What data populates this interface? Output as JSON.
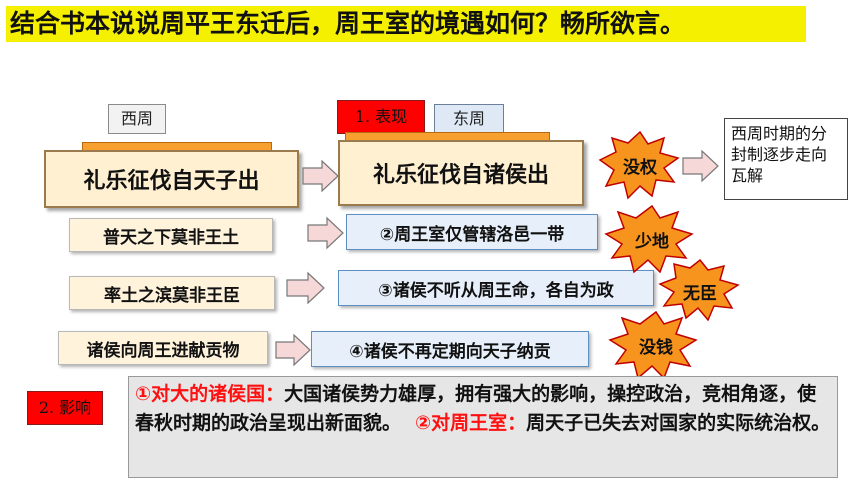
{
  "title": "结合书本说说周平王东迁后，周王室的境遇如何？畅所欲言。",
  "labels": {
    "western_zhou": "西周",
    "eastern_zhou": "东周",
    "performance": "1. 表现",
    "impact": "2. 影响"
  },
  "western": {
    "scroll": "礼乐征伐自天子出",
    "items": [
      "普天之下莫非王土",
      "率土之滨莫非王臣",
      "诸侯向周王进献贡物"
    ]
  },
  "eastern": {
    "scroll": "礼乐征伐自诸侯出",
    "items": [
      "②周王室仅管辖洛邑一带",
      "③诸侯不听从周王命，各自为政",
      "④诸侯不再定期向天子纳贡"
    ]
  },
  "bursts": [
    "没权",
    "少地",
    "无臣",
    "没钱"
  ],
  "note": "西周时期的分封制逐步走向瓦解",
  "impact": {
    "heading1": "①对大的诸侯国：",
    "text1": "大国诸侯势力雄厚，拥有强大的影响，操控政治，竞相角逐，使春秋时期的政治呈现出新面貌。",
    "heading2": "②对周王室：",
    "text2": "周天子已失去对国家的实际统治权。"
  },
  "colors": {
    "title_bg": "#f5f000",
    "burst_fill": "#f7941d",
    "burst_border": "#c00000",
    "accent_red": "#ff0000"
  }
}
